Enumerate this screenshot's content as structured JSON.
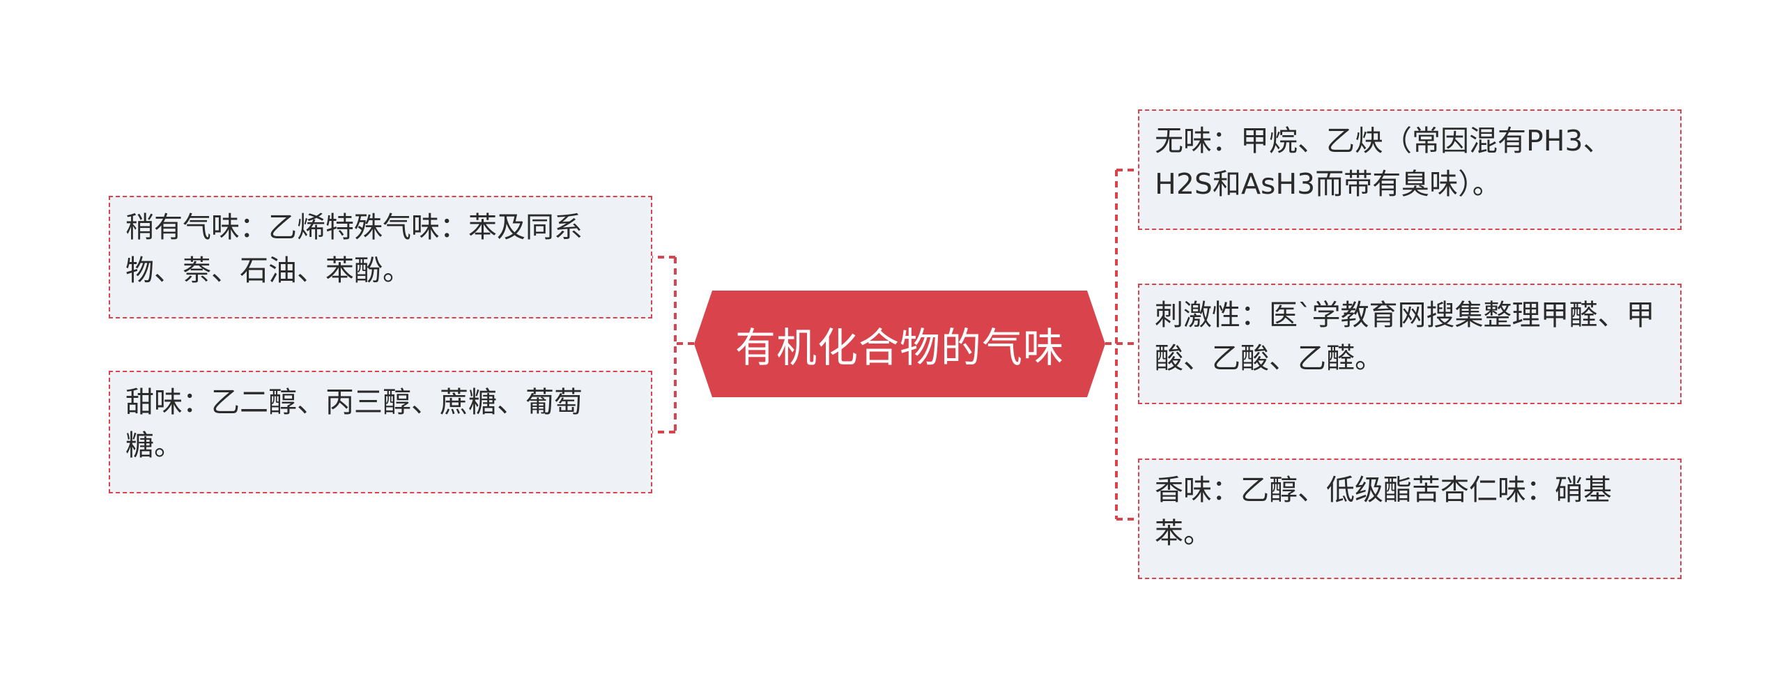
{
  "colors": {
    "accent": "#d9434b",
    "leaf_background": "#eef1f5",
    "text": "#2b2b2b",
    "center_text": "#ffffff"
  },
  "central_topic": "有机化合物的气味",
  "left_branches": [
    {
      "text": "稍有气味：乙烯特殊气味：苯及同系物、萘、石油、苯酚。"
    },
    {
      "text": "甜味：乙二醇、丙三醇、蔗糖、葡萄糖。"
    }
  ],
  "right_branches": [
    {
      "text": "无味：甲烷、乙炔（常因混有PH3、H2S和AsH3而带有臭味）。"
    },
    {
      "text": "刺激性：医`学教育网搜集整理甲醛、甲酸、乙酸、乙醛。"
    },
    {
      "text": "香味：乙醇、低级酯苦杏仁味：硝基苯。"
    }
  ]
}
